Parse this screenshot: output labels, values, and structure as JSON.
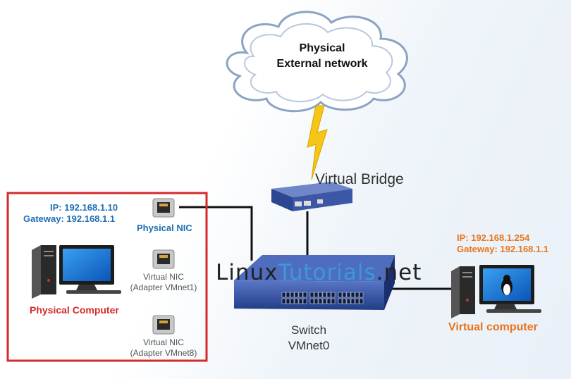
{
  "cloud": {
    "line1": "Physical",
    "line2": "External network"
  },
  "bridge": {
    "label": "Virtual Bridge"
  },
  "switch": {
    "line1": "Switch",
    "line2": "VMnet0"
  },
  "watermark": {
    "part1": "Linux",
    "part2": "Tutorials",
    "part3": ".net"
  },
  "physical": {
    "ip": "IP: 192.168.1.10",
    "gateway": "Gateway: 192.168.1.1",
    "nic_label": "Physical NIC",
    "vnic1_line1": "Virtual NIC",
    "vnic1_line2": "(Adapter VMnet1)",
    "vnic8_line1": "Virtual NIC",
    "vnic8_line2": "(Adapter VMnet8)",
    "computer_label": "Physical Computer"
  },
  "virtual": {
    "ip": "IP: 192.168.1.254",
    "gateway": "Gateway: 192.168.1.1",
    "computer_label": "Virtual computer"
  },
  "colors": {
    "blue": "#1f6fb3",
    "orange": "#e8741c",
    "red": "#d42a2a",
    "lightning": "#f5c518",
    "switch_blue": "#2a4a9a"
  }
}
